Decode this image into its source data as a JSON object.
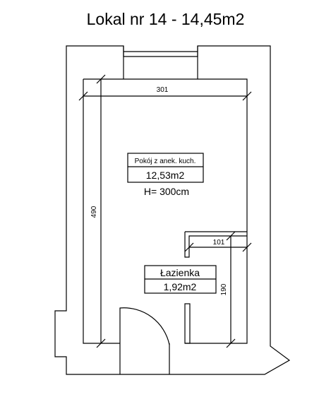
{
  "title": "Lokal nr 14 - 14,45m2",
  "rooms": {
    "main": {
      "name": "Pokój z anek. kuch.",
      "area": "12,53m2",
      "height": "H= 300cm"
    },
    "bathroom": {
      "name": "Łazienka",
      "area": "1,92m2"
    }
  },
  "dimensions": {
    "main_width": "301",
    "main_length": "490",
    "bath_width": "101",
    "bath_length": "190"
  },
  "colors": {
    "line": "#000000",
    "background": "#ffffff"
  }
}
